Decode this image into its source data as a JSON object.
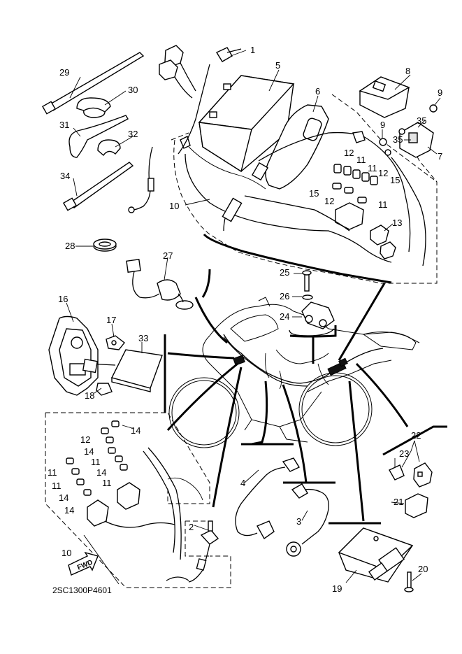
{
  "diagram_code": "2SC1300P4601",
  "direction_label": "FWD",
  "parts": [
    {
      "id": "1",
      "label": "1"
    },
    {
      "id": "2",
      "label": "2"
    },
    {
      "id": "3",
      "label": "3"
    },
    {
      "id": "4",
      "label": "4"
    },
    {
      "id": "5",
      "label": "5"
    },
    {
      "id": "6",
      "label": "6"
    },
    {
      "id": "7",
      "label": "7"
    },
    {
      "id": "8",
      "label": "8"
    },
    {
      "id": "9",
      "label": "9"
    },
    {
      "id": "10",
      "label": "10"
    },
    {
      "id": "11",
      "label": "11"
    },
    {
      "id": "12",
      "label": "12"
    },
    {
      "id": "13",
      "label": "13"
    },
    {
      "id": "14",
      "label": "14"
    },
    {
      "id": "15",
      "label": "15"
    },
    {
      "id": "16",
      "label": "16"
    },
    {
      "id": "17",
      "label": "17"
    },
    {
      "id": "18",
      "label": "18"
    },
    {
      "id": "19",
      "label": "19"
    },
    {
      "id": "20",
      "label": "20"
    },
    {
      "id": "21",
      "label": "21"
    },
    {
      "id": "22",
      "label": "22"
    },
    {
      "id": "23",
      "label": "23"
    },
    {
      "id": "24",
      "label": "24"
    },
    {
      "id": "25",
      "label": "25"
    },
    {
      "id": "26",
      "label": "26"
    },
    {
      "id": "27",
      "label": "27"
    },
    {
      "id": "28",
      "label": "28"
    },
    {
      "id": "29",
      "label": "29"
    },
    {
      "id": "30",
      "label": "30"
    },
    {
      "id": "31",
      "label": "31"
    },
    {
      "id": "32",
      "label": "32"
    },
    {
      "id": "33",
      "label": "33"
    },
    {
      "id": "34",
      "label": "34"
    },
    {
      "id": "35",
      "label": "35"
    }
  ]
}
